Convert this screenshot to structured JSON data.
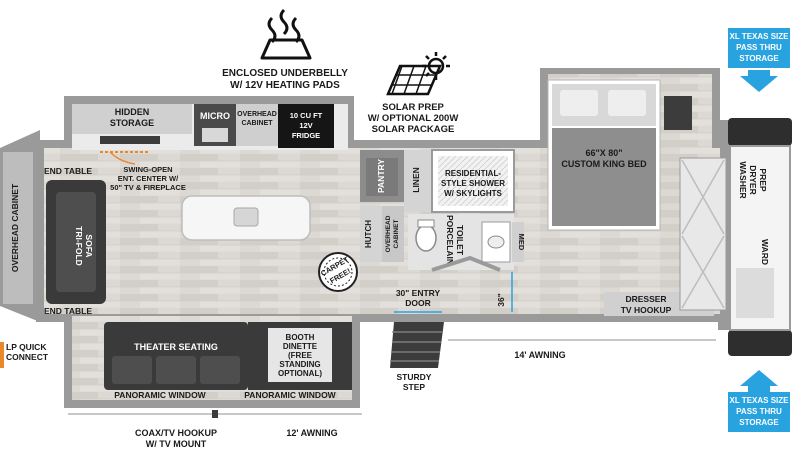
{
  "features": {
    "underbelly": [
      "ENCLOSED UNDERBELLY",
      "W/ 12V HEATING PADS"
    ],
    "solar": [
      "SOLAR PREP",
      "W/ OPTIONAL 200W",
      "SOLAR PACKAGE"
    ],
    "pass_thru_top": [
      "XL TEXAS SIZE",
      "PASS THRU",
      "STORAGE"
    ],
    "pass_thru_bottom": [
      "XL TEXAS SIZE",
      "PASS THRU",
      "STORAGE"
    ]
  },
  "rooms": {
    "hidden_storage": [
      "HIDDEN",
      "STORAGE"
    ],
    "micro": "MICRO",
    "overhead_cabinet_kitchen": [
      "OVERHEAD",
      "CABINET"
    ],
    "fridge": [
      "10 CU FT",
      "12V",
      "FRIDGE"
    ],
    "swing_open": [
      "SWING-OPEN",
      "ENT. CENTER W/",
      "50\" TV & FIREPLACE"
    ],
    "end_table_top": "END TABLE",
    "end_table_bottom": "END TABLE",
    "sofa": [
      "TRI-FOLD",
      "SOFA"
    ],
    "overhead_cabinet_front": "OVERHEAD CABINET",
    "lp_quick_connect": [
      "LP QUICK",
      "CONNECT"
    ],
    "pantry": "PANTRY",
    "linen": "LINEN",
    "hutch": "HUTCH",
    "overhead_cabinet_hutch": [
      "OVERHEAD",
      "CABINET"
    ],
    "carpet_free": [
      "CARPET",
      "FREE!"
    ],
    "shower": [
      "RESIDENTIAL-",
      "STYLE SHOWER",
      "W/ SKYLIGHTS"
    ],
    "porcelain_toilet": [
      "PORCELAIN",
      "TOILET"
    ],
    "med": "MED",
    "bed": [
      "66\"X 80\"",
      "CUSTOM KING BED"
    ],
    "washer_dryer_prep": [
      "WASHER",
      "DRYER",
      "PREP"
    ],
    "ward": "WARD",
    "dresser": [
      "DRESSER",
      "TV HOOKUP"
    ],
    "entry_door": [
      "30\" ENTRY",
      "DOOR"
    ],
    "dim_36": "36\"",
    "theater_seating": "THEATER SEATING",
    "booth_dinette": [
      "BOOTH",
      "DINETTE",
      "(FREE",
      "STANDING",
      "OPTIONAL)"
    ],
    "panoramic_window_1": "PANORAMIC WINDOW",
    "panoramic_window_2": "PANORAMIC WINDOW",
    "sturdy_step": [
      "STURDY",
      "STEP"
    ],
    "awning_14": "14' AWNING",
    "awning_12": "12' AWNING",
    "coax": [
      "COAX/TV HOOKUP",
      "W/ TV MOUNT"
    ]
  },
  "colors": {
    "wall": "#9a9a9a",
    "floor": "#d9d6d1",
    "dark_cabinet": "#3c3c3c",
    "sofa": "#3a3a3a",
    "bed_cover": "#8e8e8e",
    "callout_blue": "#29a3e0",
    "accent_orange": "#e8892c"
  },
  "icons": {
    "heat": "heat-waves-icon",
    "solar": "solar-panel-icon",
    "sun": "sun-icon",
    "arrows": "blue-arrow-icon",
    "badge": "carpet-free-badge-icon"
  }
}
